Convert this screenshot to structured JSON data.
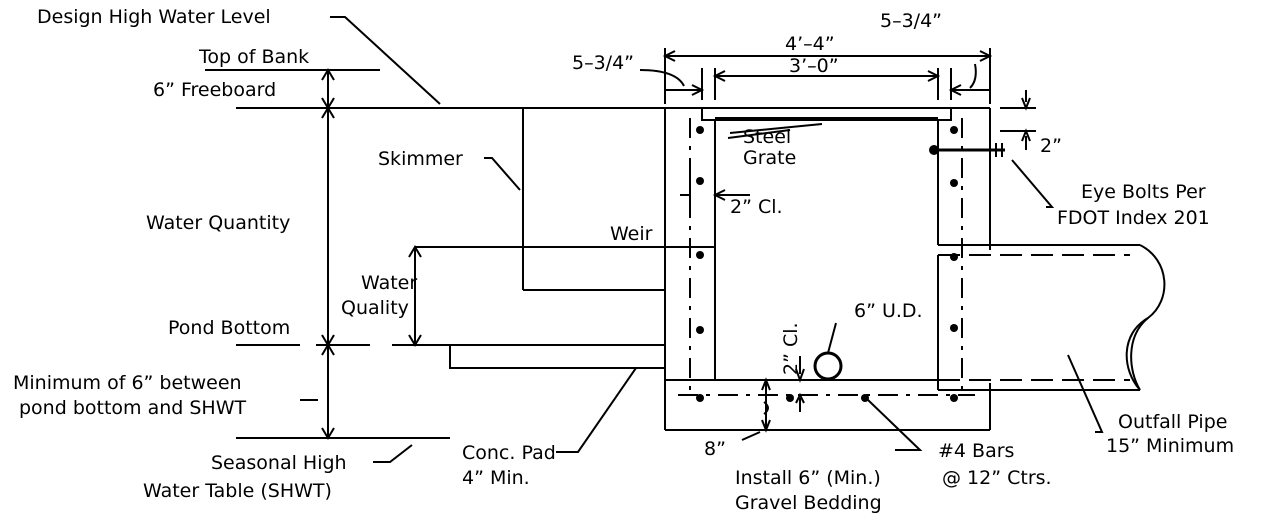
{
  "labels": {
    "design_high_water": "Design High Water Level",
    "top_of_bank": "Top of Bank",
    "freeboard": "6” Freeboard",
    "skimmer": "Skimmer",
    "water_quantity": "Water Quantity",
    "weir": "Weir",
    "water_quality_1": "Water",
    "water_quality_2": "Quality",
    "pond_bottom": "Pond Bottom",
    "min_6_between_1": "Minimum of 6” between",
    "min_6_between_2": "pond bottom and SHWT",
    "shwt_1": "Seasonal High",
    "shwt_2": "Water Table (SHWT)",
    "conc_pad_1": "Conc. Pad",
    "conc_pad_2": "4” Min.",
    "gravel_1": "Install 6” (Min.)",
    "gravel_2": "Gravel Bedding",
    "bars_1": "#4 Bars",
    "bars_2": "@ 12” Ctrs.",
    "outfall_1": "Outfall Pipe",
    "outfall_2": "15” Minimum",
    "eye_bolts_1": "Eye Bolts Per",
    "eye_bolts_2": "FDOT Index 201",
    "steel_1": "Steel",
    "steel_2": "Grate",
    "dim_overall": "4’–4”",
    "dim_inner": "3’–0”",
    "dim_left": "5–3/4”",
    "dim_right": "5–3/4”",
    "dim_2_top": "2”",
    "dim_2_cl": "2” Cl.",
    "dim_ud": "6” U.D.",
    "dim_2_cl_bottom": "2” Cl.",
    "dim_8": "8”"
  }
}
